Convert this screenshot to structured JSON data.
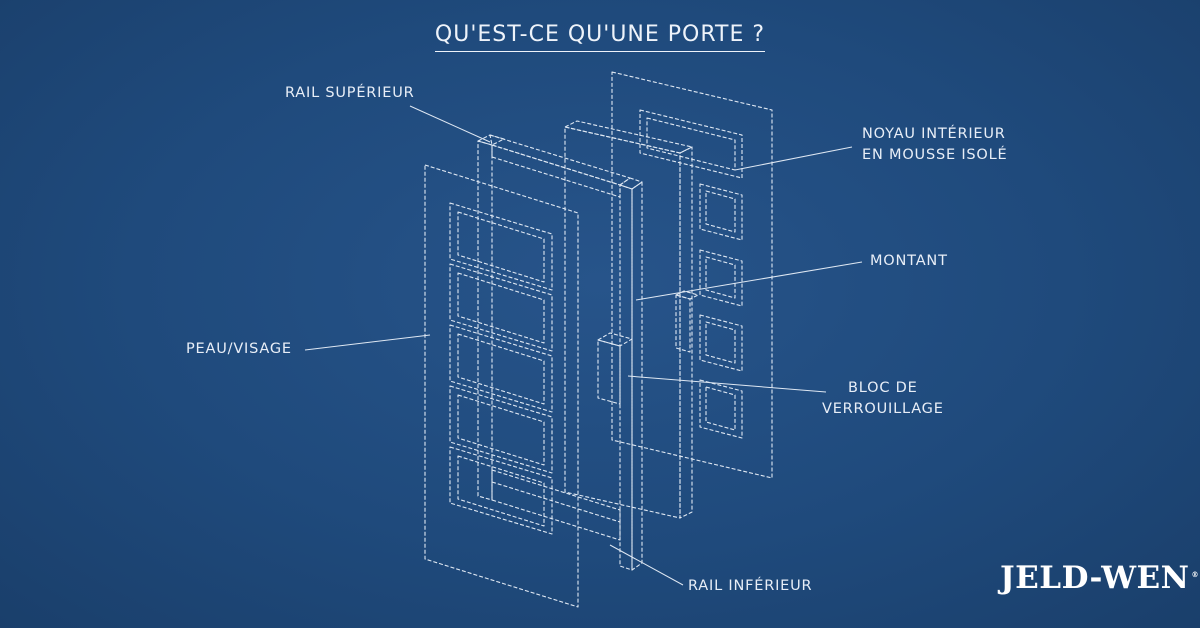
{
  "title": "QU'EST-CE QU'UNE PORTE ?",
  "labels": {
    "rail_superieur": "RAIL SUPÉRIEUR",
    "noyau_line1": "NOYAU INTÉRIEUR",
    "noyau_line2": "EN MOUSSE ISOLÉ",
    "montant": "MONTANT",
    "peau_visage": "PEAU/VISAGE",
    "bloc_line1": "BLOC DE",
    "bloc_line2": "VERROUILLAGE",
    "rail_inferieur": "RAIL INFÉRIEUR"
  },
  "brand": {
    "name": "JELD-WEN",
    "mark": "®"
  },
  "colors": {
    "background": "#1f4a7c",
    "line": "#dfe8f3",
    "text": "#e8eef7"
  }
}
